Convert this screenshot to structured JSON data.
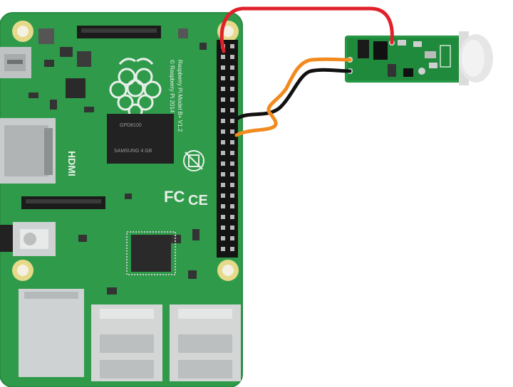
{
  "board": {
    "model_text": "Raspberry Pi Model B+ V1.2",
    "copyright_text": "© Raspberry Pi 2014",
    "hdmi_label": "HDMI",
    "soc_text_1": "GPD8100",
    "soc_text_2": "SAMSUNG 4 GB",
    "fc_mark": "FC",
    "ce_mark": "CE",
    "board_color": "#2f9b4a",
    "logo": "raspberry-logo"
  },
  "sensor": {
    "module": "pir-motion-sensor",
    "board_color": "#1f8a3c",
    "dome_color": "#e6e6e6"
  },
  "wires": [
    {
      "name": "red-wire",
      "color": "#e0202a"
    },
    {
      "name": "orange-wire",
      "color": "#f28a1e"
    },
    {
      "name": "black-wire",
      "color": "#111111"
    }
  ]
}
